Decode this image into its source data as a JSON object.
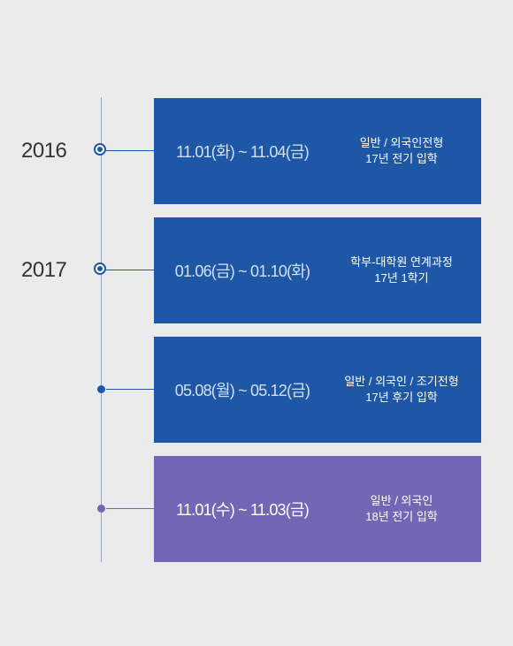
{
  "colors": {
    "background": "#ebebeb",
    "blue": "#1d57a6",
    "purple": "#7366b4",
    "line": "#9aa4b8"
  },
  "years": [
    "2016",
    "2017"
  ],
  "entries": [
    {
      "date": "11.01(화) ~ 11.04(금)",
      "line1": "일반 / 외국인전형",
      "line2": "17년 전기 입학"
    },
    {
      "date": "01.06(금) ~ 01.10(화)",
      "line1": "학부-대학원 연계과정",
      "line2": "17년 1학기"
    },
    {
      "date": "05.08(월) ~ 05.12(금)",
      "line1": "일반 / 외국인 / 조기전형",
      "line2": "17년 후기 입학"
    },
    {
      "date": "11.01(수) ~ 11.03(금)",
      "line1": "일반 / 외국인",
      "line2": "18년 전기 입학"
    }
  ]
}
